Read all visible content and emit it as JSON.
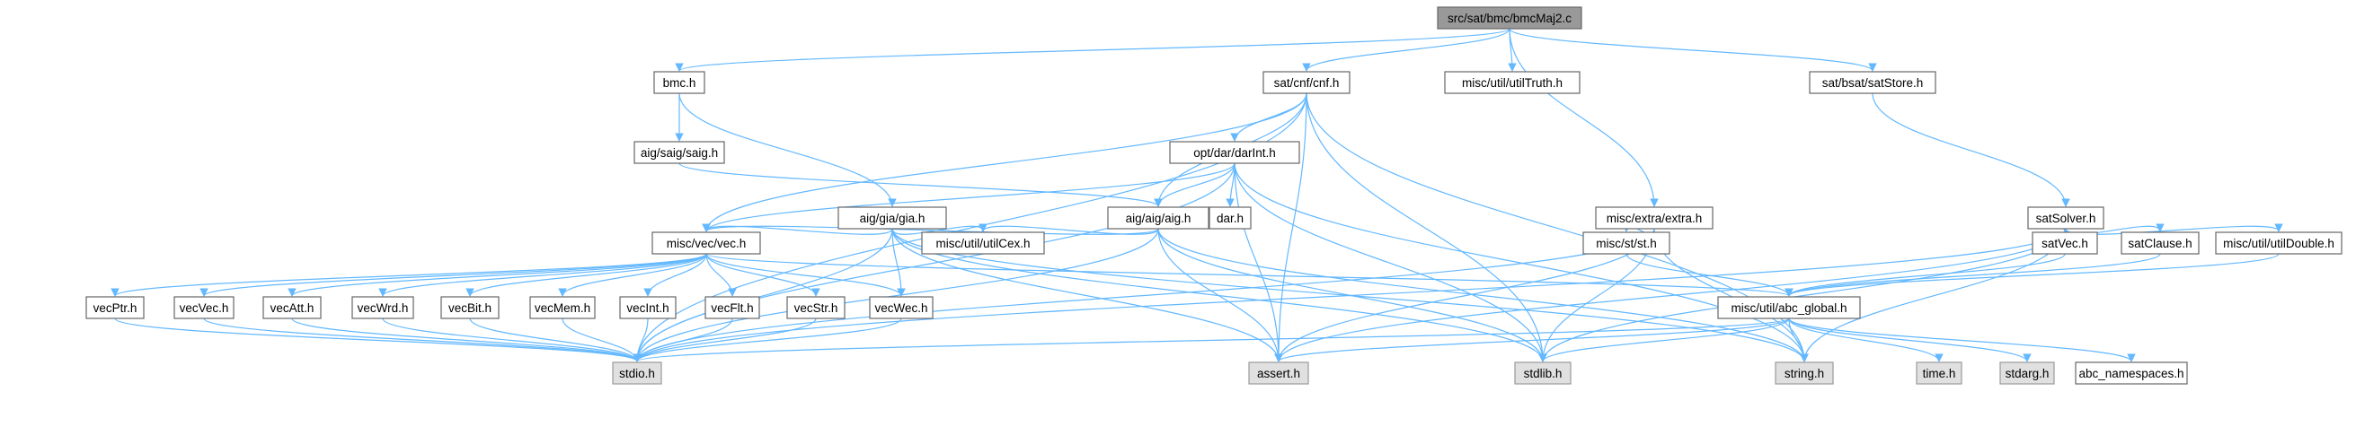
{
  "diagram": {
    "kind": "include-dependency-graph",
    "colors": {
      "edge": "#63b8ff",
      "node_border": "#666666",
      "root_fill": "#999999",
      "system_fill": "#e0e0e0",
      "node_fill": "#ffffff"
    },
    "nodes": [
      {
        "id": "root",
        "label": "src/sat/bmc/bmcMaj2.c"
      },
      {
        "id": "bmc",
        "label": "bmc.h"
      },
      {
        "id": "cnf",
        "label": "sat/cnf/cnf.h"
      },
      {
        "id": "utiltruth",
        "label": "misc/util/utilTruth.h"
      },
      {
        "id": "satstore",
        "label": "sat/bsat/satStore.h"
      },
      {
        "id": "saig",
        "label": "aig/saig/saig.h"
      },
      {
        "id": "darint",
        "label": "opt/dar/darInt.h"
      },
      {
        "id": "gia",
        "label": "aig/gia/gia.h"
      },
      {
        "id": "aig",
        "label": "aig/aig/aig.h"
      },
      {
        "id": "dar",
        "label": "dar.h"
      },
      {
        "id": "extra",
        "label": "misc/extra/extra.h"
      },
      {
        "id": "satsolver",
        "label": "satSolver.h"
      },
      {
        "id": "vec",
        "label": "misc/vec/vec.h"
      },
      {
        "id": "utilcex",
        "label": "misc/util/utilCex.h"
      },
      {
        "id": "st",
        "label": "misc/st/st.h"
      },
      {
        "id": "satvec",
        "label": "satVec.h"
      },
      {
        "id": "satclause",
        "label": "satClause.h"
      },
      {
        "id": "utildouble",
        "label": "misc/util/utilDouble.h"
      },
      {
        "id": "vecptr",
        "label": "vecPtr.h"
      },
      {
        "id": "vecvec",
        "label": "vecVec.h"
      },
      {
        "id": "vecatt",
        "label": "vecAtt.h"
      },
      {
        "id": "vecwrd",
        "label": "vecWrd.h"
      },
      {
        "id": "vecbit",
        "label": "vecBit.h"
      },
      {
        "id": "vecmem",
        "label": "vecMem.h"
      },
      {
        "id": "vecint",
        "label": "vecInt.h"
      },
      {
        "id": "vecflt",
        "label": "vecFlt.h"
      },
      {
        "id": "vecstr",
        "label": "vecStr.h"
      },
      {
        "id": "vecwec",
        "label": "vecWec.h"
      },
      {
        "id": "abcglobal",
        "label": "misc/util/abc_global.h"
      },
      {
        "id": "stdio",
        "label": "stdio.h"
      },
      {
        "id": "assert",
        "label": "assert.h"
      },
      {
        "id": "stdlib",
        "label": "stdlib.h"
      },
      {
        "id": "string",
        "label": "string.h"
      },
      {
        "id": "time",
        "label": "time.h"
      },
      {
        "id": "stdarg",
        "label": "stdarg.h"
      },
      {
        "id": "abcns",
        "label": "abc_namespaces.h"
      }
    ],
    "edges": [
      [
        "root",
        "bmc"
      ],
      [
        "root",
        "cnf"
      ],
      [
        "root",
        "utiltruth"
      ],
      [
        "root",
        "extra"
      ],
      [
        "root",
        "satstore"
      ],
      [
        "bmc",
        "saig"
      ],
      [
        "bmc",
        "gia"
      ],
      [
        "saig",
        "aig"
      ],
      [
        "cnf",
        "stdio"
      ],
      [
        "cnf",
        "vec"
      ],
      [
        "cnf",
        "aig"
      ],
      [
        "cnf",
        "darint"
      ],
      [
        "cnf",
        "assert"
      ],
      [
        "cnf",
        "stdlib"
      ],
      [
        "cnf",
        "string"
      ],
      [
        "darint",
        "stdio"
      ],
      [
        "darint",
        "vec"
      ],
      [
        "darint",
        "aig"
      ],
      [
        "darint",
        "dar"
      ],
      [
        "darint",
        "assert"
      ],
      [
        "darint",
        "stdlib"
      ],
      [
        "darint",
        "string"
      ],
      [
        "gia",
        "vec"
      ],
      [
        "gia",
        "utilcex"
      ],
      [
        "gia",
        "vecwec"
      ],
      [
        "gia",
        "stdio"
      ],
      [
        "gia",
        "assert"
      ],
      [
        "gia",
        "stdlib"
      ],
      [
        "gia",
        "string"
      ],
      [
        "aig",
        "vec"
      ],
      [
        "aig",
        "utilcex"
      ],
      [
        "aig",
        "stdio"
      ],
      [
        "aig",
        "assert"
      ],
      [
        "aig",
        "stdlib"
      ],
      [
        "aig",
        "string"
      ],
      [
        "extra",
        "stdio"
      ],
      [
        "extra",
        "st"
      ],
      [
        "extra",
        "assert"
      ],
      [
        "extra",
        "stdlib"
      ],
      [
        "extra",
        "string"
      ],
      [
        "satstore",
        "satsolver"
      ],
      [
        "satsolver",
        "satvec"
      ],
      [
        "satsolver",
        "satclause"
      ],
      [
        "satsolver",
        "utildouble"
      ],
      [
        "satsolver",
        "stdio"
      ],
      [
        "satsolver",
        "assert"
      ],
      [
        "satsolver",
        "stdlib"
      ],
      [
        "satsolver",
        "string"
      ],
      [
        "vec",
        "vecptr"
      ],
      [
        "vec",
        "vecvec"
      ],
      [
        "vec",
        "vecatt"
      ],
      [
        "vec",
        "vecwrd"
      ],
      [
        "vec",
        "vecbit"
      ],
      [
        "vec",
        "vecmem"
      ],
      [
        "vec",
        "vecint"
      ],
      [
        "vec",
        "vecflt"
      ],
      [
        "vec",
        "vecstr"
      ],
      [
        "vec",
        "vecwec"
      ],
      [
        "vec",
        "abcglobal"
      ],
      [
        "st",
        "abcglobal"
      ],
      [
        "satvec",
        "abcglobal"
      ],
      [
        "satclause",
        "abcglobal"
      ],
      [
        "utildouble",
        "abcglobal"
      ],
      [
        "vecptr",
        "stdio"
      ],
      [
        "vecvec",
        "stdio"
      ],
      [
        "vecatt",
        "stdio"
      ],
      [
        "vecwrd",
        "stdio"
      ],
      [
        "vecbit",
        "stdio"
      ],
      [
        "vecmem",
        "stdio"
      ],
      [
        "vecint",
        "stdio"
      ],
      [
        "vecflt",
        "stdio"
      ],
      [
        "vecstr",
        "stdio"
      ],
      [
        "vecwec",
        "stdio"
      ],
      [
        "abcglobal",
        "stdio"
      ],
      [
        "abcglobal",
        "assert"
      ],
      [
        "abcglobal",
        "stdlib"
      ],
      [
        "abcglobal",
        "string"
      ],
      [
        "abcglobal",
        "time"
      ],
      [
        "abcglobal",
        "stdarg"
      ],
      [
        "abcglobal",
        "abcns"
      ]
    ]
  }
}
